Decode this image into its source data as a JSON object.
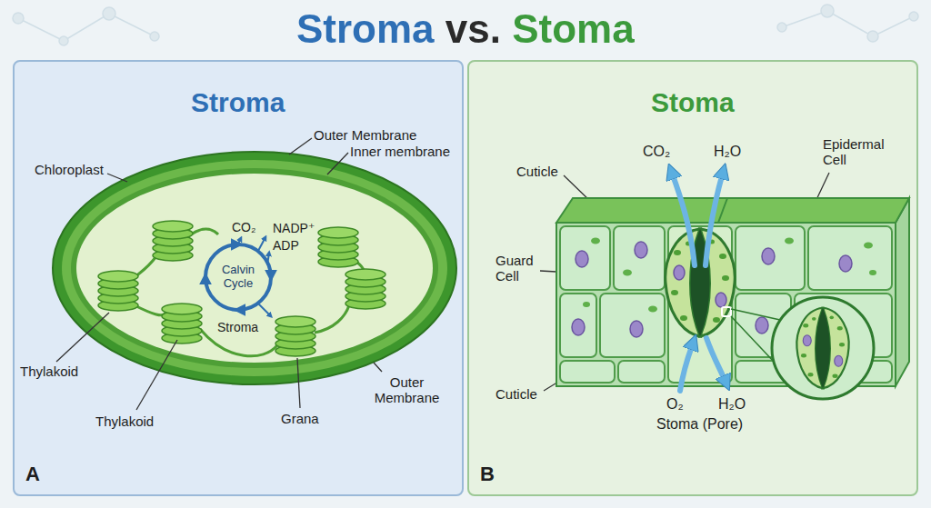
{
  "diagram": {
    "title": "Stroma vs. Stoma",
    "nodes": [
      {
        "text": [
          "Stroma",
          "A"
        ]
      },
      {
        "text": [
          "Stoma",
          "B"
        ]
      }
    ],
    "labels": [
      "Chloroplast",
      "Outer Membrane",
      "Inner membrane",
      "CO₂",
      "NADP⁺",
      "ADP",
      "Calvin Cycle",
      "Stroma",
      "Thylakoid",
      "Thylakoid",
      "Grana",
      "Outer Membrane",
      "Cuticle",
      "CO₂",
      "H₂O",
      "Epidermal Cell",
      "Guard Cell",
      "Cuticle",
      "O₂",
      "H₂O",
      "Stoma (Pore)"
    ]
  }
}
